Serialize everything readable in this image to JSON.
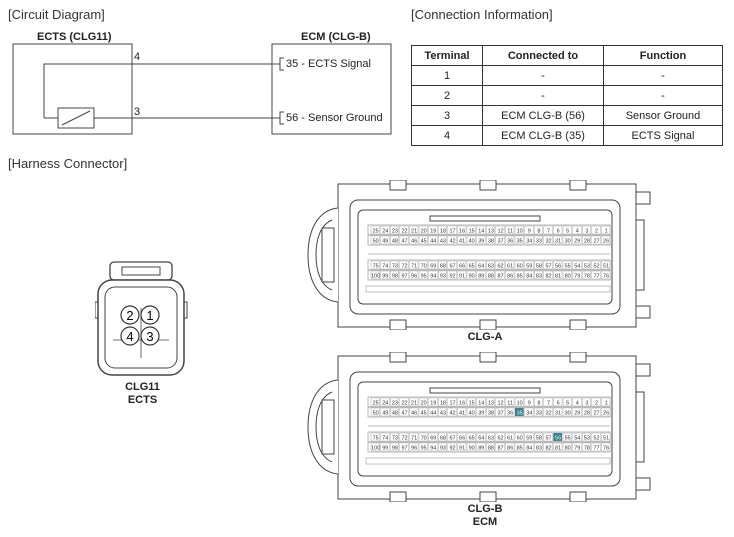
{
  "circuit": {
    "section_title": "[Circuit Diagram]",
    "ects_label": "ECTS (CLG11)",
    "ecm_label": "ECM (CLG-B)",
    "pin_4": "4",
    "pin_3": "3",
    "ecm_pin_35": "35 - ECTS Signal",
    "ecm_pin_56": "56 - Sensor Ground"
  },
  "connection": {
    "section_title": "[Connection Information]",
    "headers": [
      "Terminal",
      "Connected to",
      "Function"
    ],
    "rows": [
      [
        "1",
        "-",
        "-"
      ],
      [
        "2",
        "-",
        "-"
      ],
      [
        "3",
        "ECM CLG-B (56)",
        "Sensor Ground"
      ],
      [
        "4",
        "ECM CLG-B (35)",
        "ECTS Signal"
      ]
    ]
  },
  "harness": {
    "section_title": "[Harness Connector]",
    "clg11_pins": [
      "2",
      "1",
      "4",
      "3"
    ],
    "clg11_caption_1": "CLG11",
    "clg11_caption_2": "ECTS",
    "clga_caption": "CLG-A",
    "clgb_caption_1": "CLG-B",
    "clgb_caption_2": "ECM",
    "row_1": [
      "25",
      "24",
      "23",
      "22",
      "21",
      "20",
      "19",
      "18",
      "17",
      "16",
      "15",
      "14",
      "13",
      "12",
      "11",
      "10",
      "9",
      "8",
      "7",
      "6",
      "5",
      "4",
      "3",
      "2",
      "1"
    ],
    "row_2": [
      "50",
      "49",
      "48",
      "47",
      "46",
      "45",
      "44",
      "43",
      "42",
      "41",
      "40",
      "39",
      "38",
      "37",
      "36",
      "35",
      "34",
      "33",
      "32",
      "31",
      "30",
      "29",
      "28",
      "27",
      "26"
    ],
    "row_3": [
      "75",
      "74",
      "73",
      "72",
      "71",
      "70",
      "69",
      "68",
      "67",
      "66",
      "65",
      "64",
      "63",
      "62",
      "61",
      "60",
      "59",
      "58",
      "57",
      "56",
      "55",
      "54",
      "53",
      "52",
      "51"
    ],
    "row_4": [
      "100",
      "99",
      "98",
      "97",
      "96",
      "95",
      "94",
      "93",
      "92",
      "91",
      "90",
      "89",
      "88",
      "87",
      "86",
      "85",
      "84",
      "83",
      "82",
      "81",
      "80",
      "79",
      "78",
      "77",
      "76"
    ],
    "highlight_pins": [
      "35",
      "56"
    ],
    "highlight_color": "#2f7f86"
  }
}
